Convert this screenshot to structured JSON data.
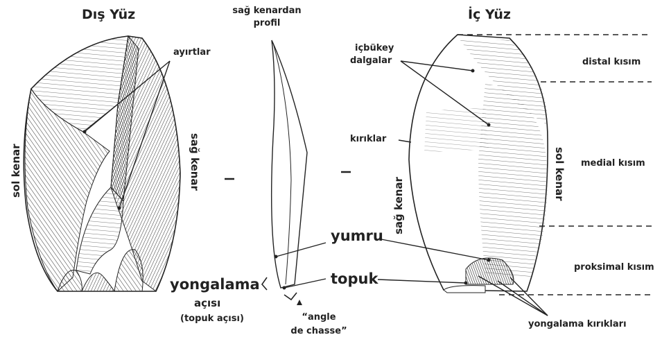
{
  "titles": {
    "outer_face": "Dış Yüz",
    "profile_line1": "sağ kenardan",
    "profile_line2": "profil",
    "inner_face": "İç Yüz"
  },
  "outer_labels": {
    "ridges": "ayırtlar",
    "left_edge": "sol kenar",
    "right_edge": "sağ kenar"
  },
  "center_labels": {
    "bulb": "yumru",
    "platform": "topuk",
    "flaking_angle": "yongalama",
    "flaking_angle2": "açısı",
    "platform_angle": "(topuk açısı)",
    "angle_de_chasse1": "“angle",
    "angle_de_chasse2": "de chasse”"
  },
  "inner_labels": {
    "concave_waves1": "içbükey",
    "concave_waves2": "dalgalar",
    "fissures": "kırıklar",
    "right_edge": "sağ kenar",
    "left_edge": "sol kenar",
    "flaking_scars": "yongalama kırıkları"
  },
  "sections": {
    "distal": "distal kısım",
    "medial": "medial kısım",
    "proximal": "proksimal kısım"
  },
  "colors": {
    "ink": "#222222",
    "hatch": "#333333",
    "background": "#ffffff"
  }
}
